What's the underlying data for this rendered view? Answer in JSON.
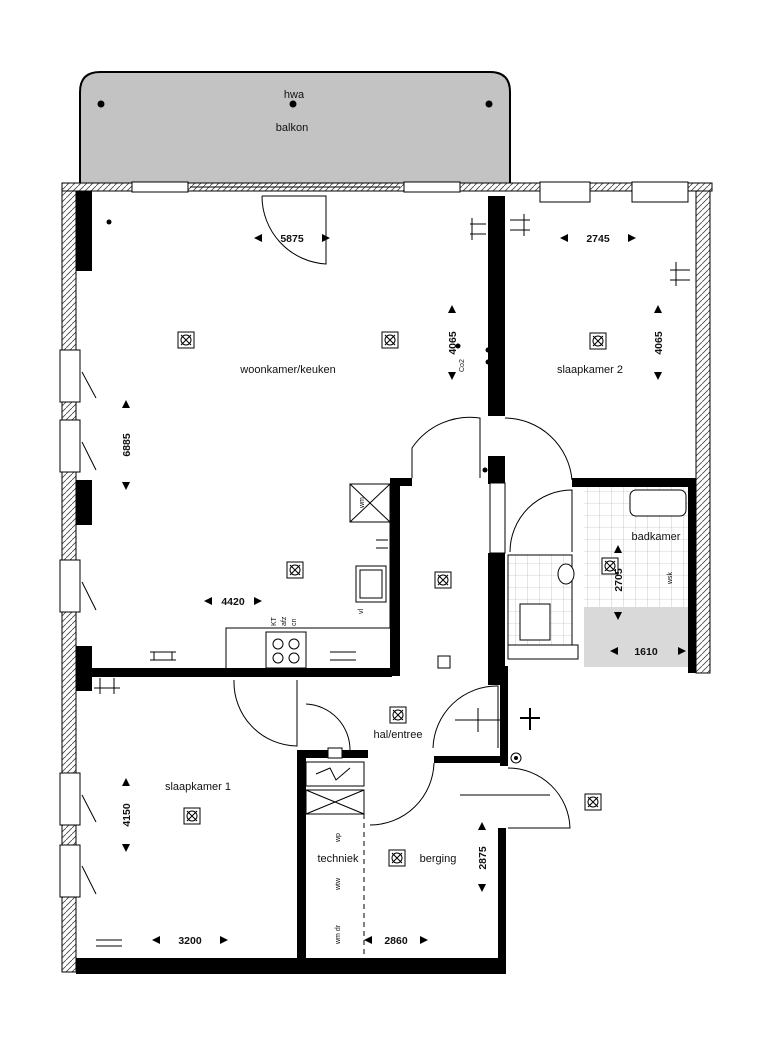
{
  "rooms": {
    "balcony": "balkon",
    "hwa": "hwa",
    "living": "woonkamer/keuken",
    "bedroom2": "slaapkamer 2",
    "bathroom": "badkamer",
    "bedroom1": "slaapkamer 1",
    "hall": "hal/entree",
    "technical": "techniek",
    "storage": "berging"
  },
  "dimensions": {
    "living_width": "5875",
    "living_height": "6885",
    "living_depth_right": "4065",
    "kitchen_width": "4420",
    "bedroom2_width": "2745",
    "bedroom2_height": "4065",
    "bathroom_height": "2705",
    "bathroom_width": "1610",
    "bedroom1_height": "4150",
    "bedroom1_width": "3200",
    "storage_width": "2860",
    "storage_height": "2875"
  },
  "small_labels": {
    "co2": "Co2",
    "kt": "KT",
    "afz": "afz",
    "cn": "cn",
    "vl": "vl",
    "wm": "wm",
    "wtw": "wtw",
    "wm_dr": "wm dr",
    "wp": "wp",
    "wsk": "wsk"
  },
  "colors": {
    "balcony_fill": "#c3c3c3",
    "tiled_area": "#d9d9d9",
    "wall": "#000000"
  }
}
